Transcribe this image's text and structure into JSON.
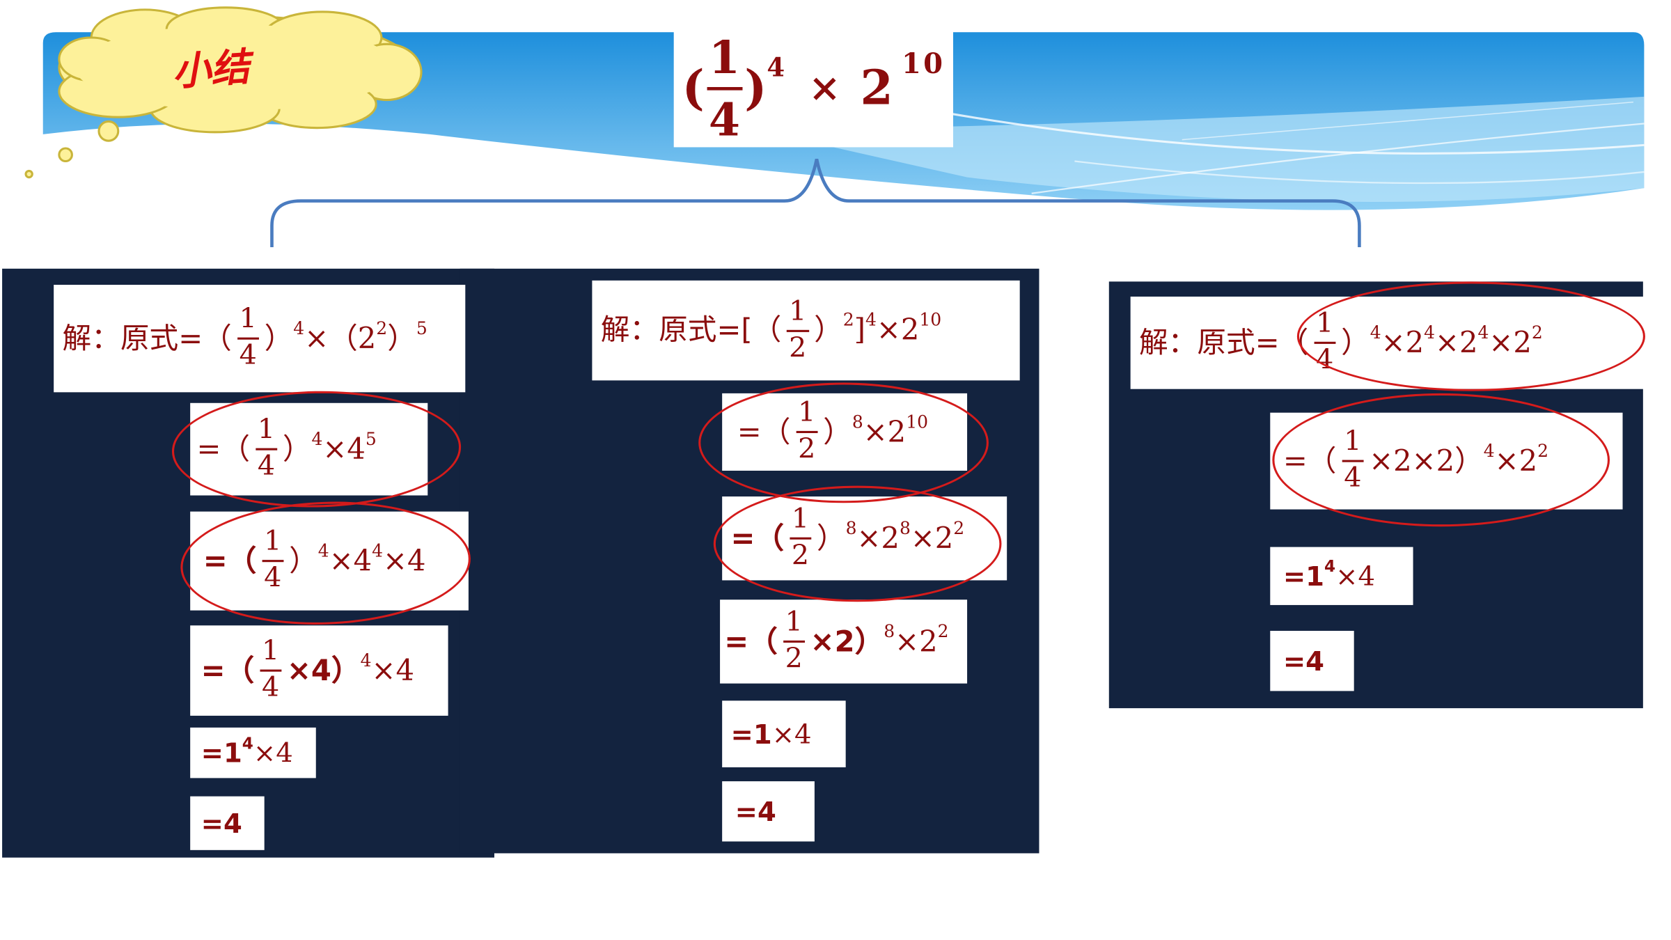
{
  "slide": {
    "badge": "小结"
  },
  "top_expr": {
    "open": "(",
    "num": "1",
    "den": "4",
    "close": ")",
    "exp": "4",
    "times": "×",
    "base": "2",
    "exp2": "10"
  },
  "colors": {
    "panel": "#13233f",
    "text": "#8b0d0d",
    "circle": "#d41b1b",
    "brace": "#4a7cc0",
    "sky": "#2d9be2"
  },
  "methods": [
    {
      "steps": [
        {
          "head": "解：原式=",
          "pre": "（",
          "num": "1",
          "den": "4",
          "post": "）",
          "exp": "4",
          "rest": "×（2",
          "rest_sup": "2",
          "rest2": "）",
          "rest2_sup": "5"
        },
        {
          "pre": "=（",
          "num": "1",
          "den": "4",
          "post": "）",
          "exp": "4",
          "rest": "×4",
          "rest_sup": "5"
        },
        {
          "pre": "=（",
          "num": "1",
          "den": "4",
          "post": "）",
          "exp": "4",
          "rest": "×4",
          "rest_sup": "4",
          "rest2": "×4"
        },
        {
          "pre": "=（",
          "num": "1",
          "den": "4",
          "post": "×4）",
          "exp": "4",
          "rest": "×4"
        },
        {
          "text": "=1",
          "sup": "4",
          "rest": "×4"
        },
        {
          "text": "=4"
        }
      ]
    },
    {
      "steps": [
        {
          "head": "解：原式=[",
          "pre": "（",
          "num": "1",
          "den": "2",
          "post": "）",
          "exp": "2",
          "rest": "]",
          "rest_sup": "4",
          "rest2": "×2",
          "rest2_sup": "10"
        },
        {
          "pre": "=（",
          "num": "1",
          "den": "2",
          "post": "）",
          "exp": "8",
          "rest": "×2",
          "rest_sup": "10"
        },
        {
          "pre": "=（",
          "num": "1",
          "den": "2",
          "post": "）",
          "exp": "8",
          "rest": "×2",
          "rest_sup": "8",
          "rest2": "×2",
          "rest2_sup": "2"
        },
        {
          "pre": "=（",
          "num": "1",
          "den": "2",
          "post": "×2）",
          "exp": "8",
          "rest": "×2",
          "rest_sup": "2"
        },
        {
          "text": "=1",
          "rest": "×4"
        },
        {
          "text": "=4"
        }
      ]
    },
    {
      "steps": [
        {
          "head": "解：原式=",
          "pre": "（",
          "num": "1",
          "den": "4",
          "post": "）",
          "exp": "4",
          "rest": "×2",
          "rest_sup": "4",
          "rest2": "×2",
          "rest2_sup": "4",
          "rest3": "×2",
          "rest3_sup": "2"
        },
        {
          "pre": "=（",
          "num": "1",
          "den": "4",
          "post": "×2×2）",
          "exp": "4",
          "rest": "×2",
          "rest_sup": "2"
        },
        {
          "text": "=1",
          "sup": "4",
          "rest": "×4"
        },
        {
          "text": "=4"
        }
      ]
    }
  ]
}
